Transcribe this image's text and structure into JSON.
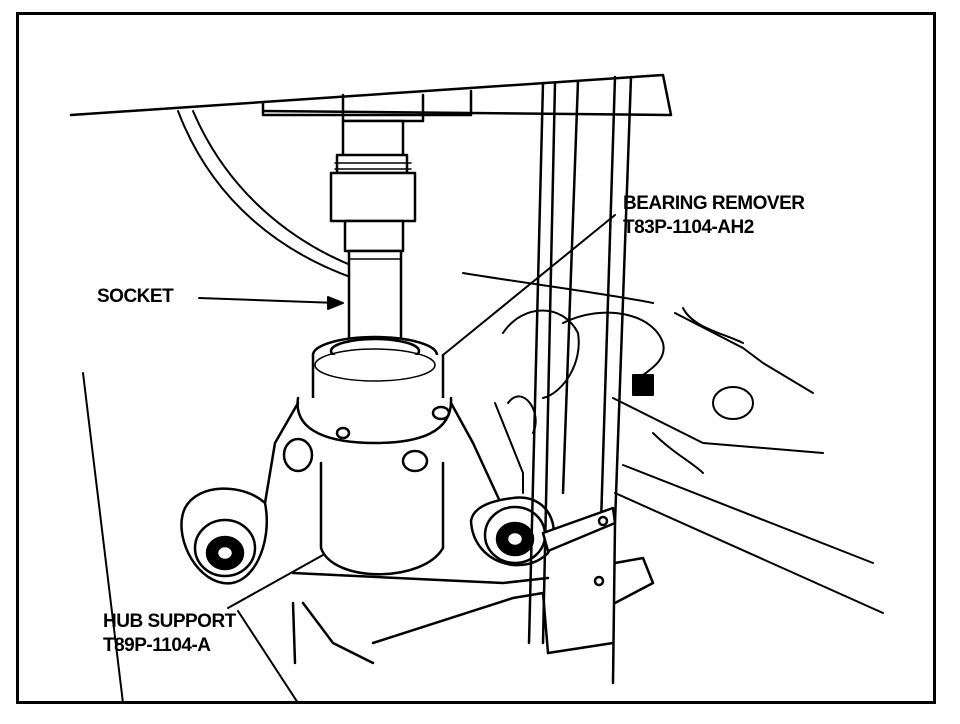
{
  "labels": {
    "socket": "SOCKET",
    "bearing_remover": {
      "name": "BEARING REMOVER",
      "part_number": "T83P-1104-AH2"
    },
    "hub_support": {
      "name": "HUB SUPPORT",
      "part_number": "T89P-1104-A"
    }
  },
  "colors": {
    "ink": "#000000",
    "paper": "#ffffff"
  }
}
